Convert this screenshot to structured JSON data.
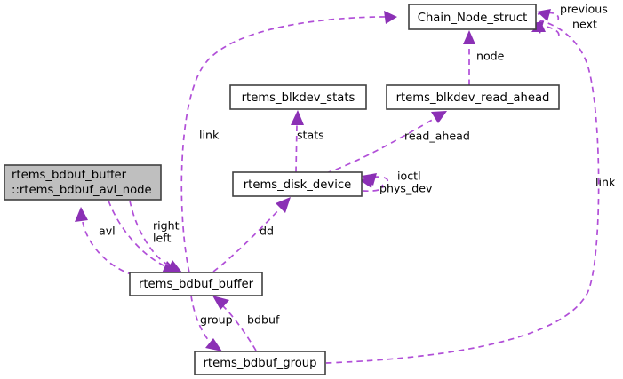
{
  "diagram": {
    "type": "collaboration-graph",
    "title": "rtems_bdbuf_buffer collaboration diagram",
    "colors": {
      "edge": "#b14fd8",
      "arrowhead": "#8b30b5",
      "node_fill": "#ffffff",
      "node_highlight_fill": "#bfbfbf",
      "node_stroke": "#404040",
      "text": "#000000",
      "background": "#ffffff"
    },
    "nodes": [
      {
        "id": "chain_node_struct",
        "label": "Chain_Node_struct",
        "highlight": false
      },
      {
        "id": "rtems_blkdev_stats",
        "label": "rtems_blkdev_stats",
        "highlight": false
      },
      {
        "id": "rtems_blkdev_read_ahead",
        "label": "rtems_blkdev_read_ahead",
        "highlight": false
      },
      {
        "id": "rtems_bdbuf_avl_node",
        "label_line1": "rtems_bdbuf_buffer",
        "label_line2": "::rtems_bdbuf_avl_node",
        "highlight": true
      },
      {
        "id": "rtems_disk_device",
        "label": "rtems_disk_device",
        "highlight": false
      },
      {
        "id": "rtems_bdbuf_buffer",
        "label": "rtems_bdbuf_buffer",
        "highlight": false
      },
      {
        "id": "rtems_bdbuf_group",
        "label": "rtems_bdbuf_group",
        "highlight": false
      }
    ],
    "edges": [
      {
        "id": "e-previous",
        "from": "chain_node_struct",
        "to": "chain_node_struct",
        "label": "previous"
      },
      {
        "id": "e-next",
        "from": "chain_node_struct",
        "to": "chain_node_struct",
        "label": "next"
      },
      {
        "id": "e-node",
        "from": "rtems_blkdev_read_ahead",
        "to": "chain_node_struct",
        "label": "node"
      },
      {
        "id": "e-link-l",
        "from": "rtems_bdbuf_buffer",
        "to": "chain_node_struct",
        "label": "link"
      },
      {
        "id": "e-link-r",
        "from": "rtems_bdbuf_group",
        "to": "chain_node_struct",
        "label": "link"
      },
      {
        "id": "e-stats",
        "from": "rtems_disk_device",
        "to": "rtems_blkdev_stats",
        "label": "stats"
      },
      {
        "id": "e-readahead",
        "from": "rtems_disk_device",
        "to": "rtems_blkdev_read_ahead",
        "label": "read_ahead"
      },
      {
        "id": "e-ioctl",
        "from": "rtems_disk_device",
        "to": "rtems_disk_device",
        "label": "ioctl"
      },
      {
        "id": "e-physdev",
        "from": "rtems_disk_device",
        "to": "rtems_disk_device",
        "label": "phys_dev"
      },
      {
        "id": "e-avl",
        "from": "rtems_bdbuf_buffer",
        "to": "rtems_bdbuf_avl_node",
        "label": "avl"
      },
      {
        "id": "e-right",
        "from": "rtems_bdbuf_avl_node",
        "to": "rtems_bdbuf_buffer",
        "label": "right"
      },
      {
        "id": "e-left",
        "from": "rtems_bdbuf_avl_node",
        "to": "rtems_bdbuf_buffer",
        "label": "left"
      },
      {
        "id": "e-dd",
        "from": "rtems_bdbuf_buffer",
        "to": "rtems_disk_device",
        "label": "dd"
      },
      {
        "id": "e-group",
        "from": "rtems_bdbuf_buffer",
        "to": "rtems_bdbuf_group",
        "label": "group"
      },
      {
        "id": "e-bdbuf",
        "from": "rtems_bdbuf_group",
        "to": "rtems_bdbuf_buffer",
        "label": "bdbuf"
      }
    ],
    "labels": {
      "chain_node_struct": "Chain_Node_struct",
      "rtems_blkdev_stats": "rtems_blkdev_stats",
      "rtems_blkdev_read_ahead": "rtems_blkdev_read_ahead",
      "avl_node_line1": "rtems_bdbuf_buffer",
      "avl_node_line2": "::rtems_bdbuf_avl_node",
      "rtems_disk_device": "rtems_disk_device",
      "rtems_bdbuf_buffer": "rtems_bdbuf_buffer",
      "rtems_bdbuf_group": "rtems_bdbuf_group",
      "previous": "previous",
      "next": "next",
      "node": "node",
      "link_left": "link",
      "link_right": "link",
      "stats": "stats",
      "read_ahead": "read_ahead",
      "ioctl": "ioctl",
      "phys_dev": "phys_dev",
      "avl": "avl",
      "right": "right",
      "left": "left",
      "dd": "dd",
      "group": "group",
      "bdbuf": "bdbuf"
    }
  }
}
